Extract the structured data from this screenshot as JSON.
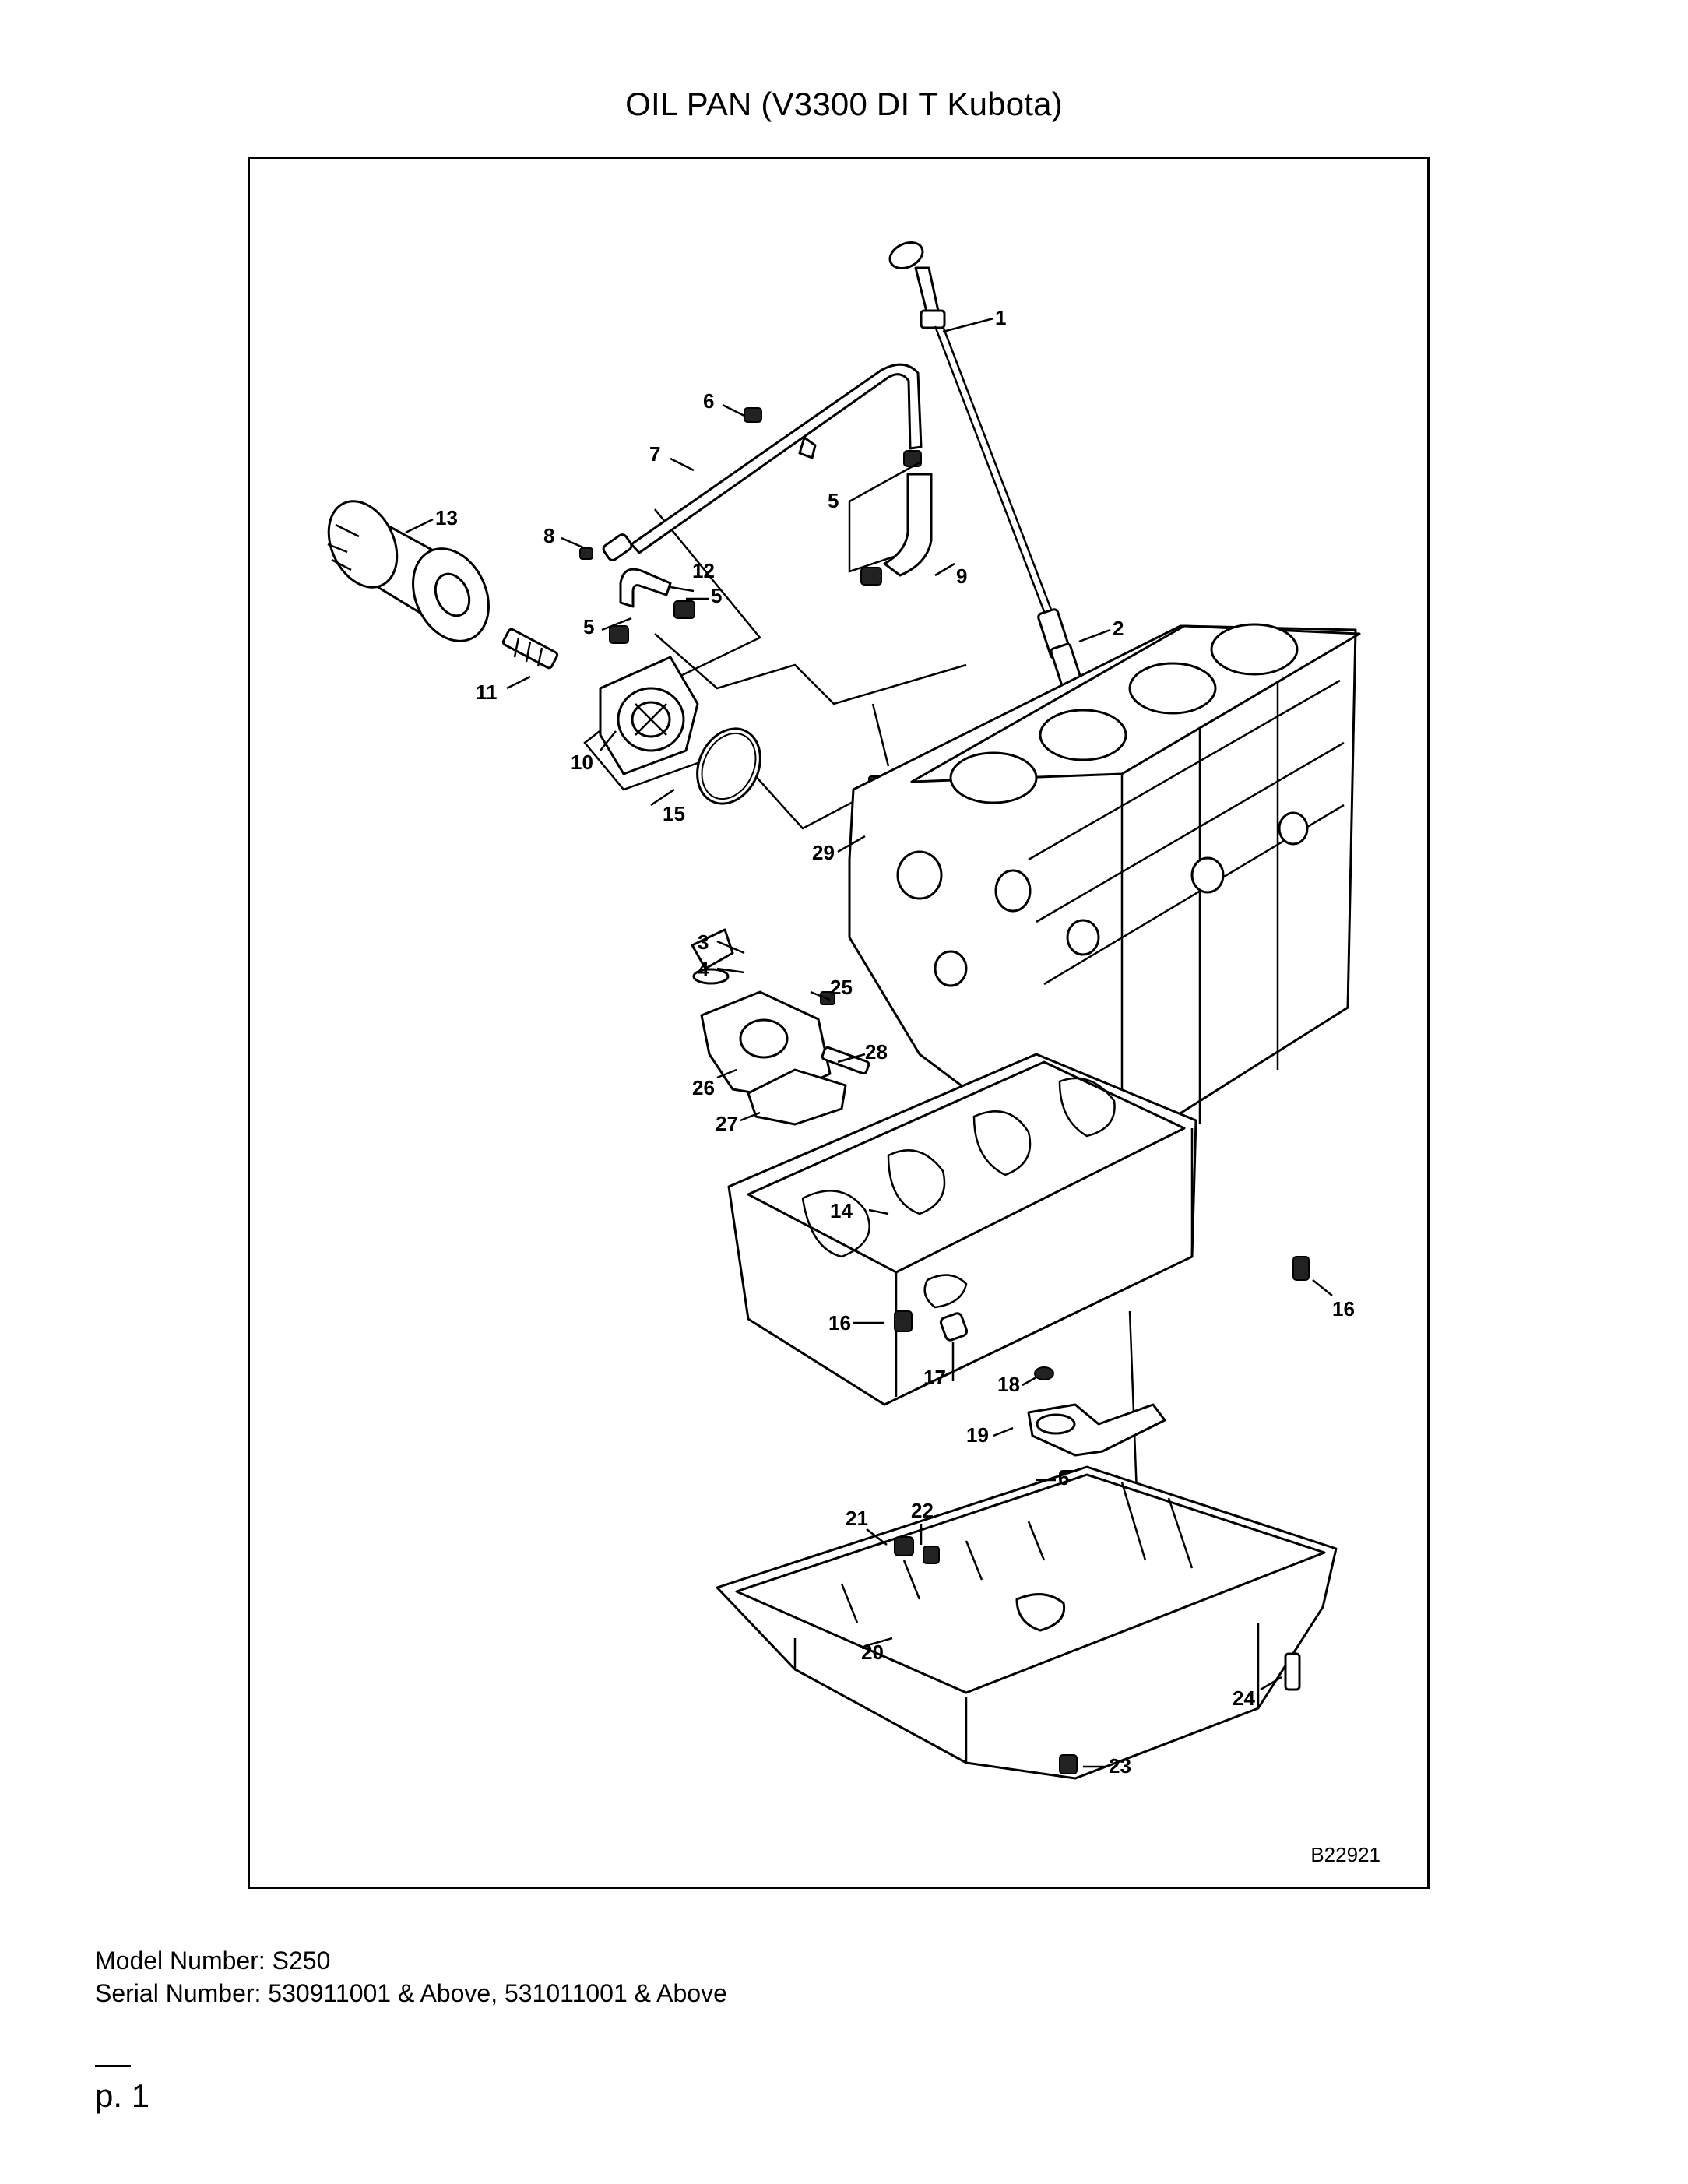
{
  "page_title": "OIL PAN (V3300 DI T Kubota)",
  "drawing_id": "B22921",
  "callouts": [
    "1",
    "2",
    "3",
    "4",
    "5",
    "5",
    "5",
    "6",
    "6",
    "7",
    "8",
    "9",
    "10",
    "11",
    "12",
    "13",
    "14",
    "15",
    "16",
    "16",
    "17",
    "18",
    "19",
    "20",
    "21",
    "22",
    "23",
    "24",
    "25",
    "26",
    "27",
    "28",
    "29"
  ],
  "footer": {
    "model": "Model Number: S250",
    "serial": "Serial Number: 530911001 & Above, 531011001 & Above",
    "page": "p. 1"
  }
}
